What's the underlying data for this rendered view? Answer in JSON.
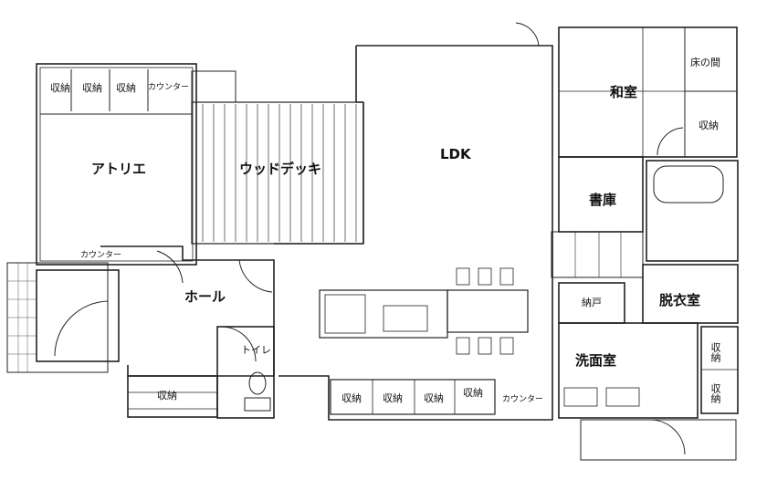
{
  "rooms": {
    "atelier": "アトリエ",
    "wood_deck": "ウッドデッキ",
    "ldk": "LDK",
    "washitsu": "和室",
    "study": "書庫",
    "hall": "ホール",
    "toilet": "トイレ",
    "dressing": "脱衣室",
    "washroom": "洗面室",
    "tokonoma": "床の間"
  },
  "storage": {
    "atelier_1": "収納",
    "atelier_2": "収納",
    "atelier_3": "収納",
    "hall": "収納",
    "kitchen_1": "収納",
    "kitchen_2": "収納",
    "kitchen_3": "収納",
    "kitchen_4": "収納",
    "washitsu": "収納",
    "dressing_1": "収納",
    "dressing_2": "収納",
    "nando": "納戸"
  },
  "counters": {
    "atelier_top": "カウンター",
    "atelier_bottom": "カウンター",
    "kitchen": "カウンター"
  }
}
